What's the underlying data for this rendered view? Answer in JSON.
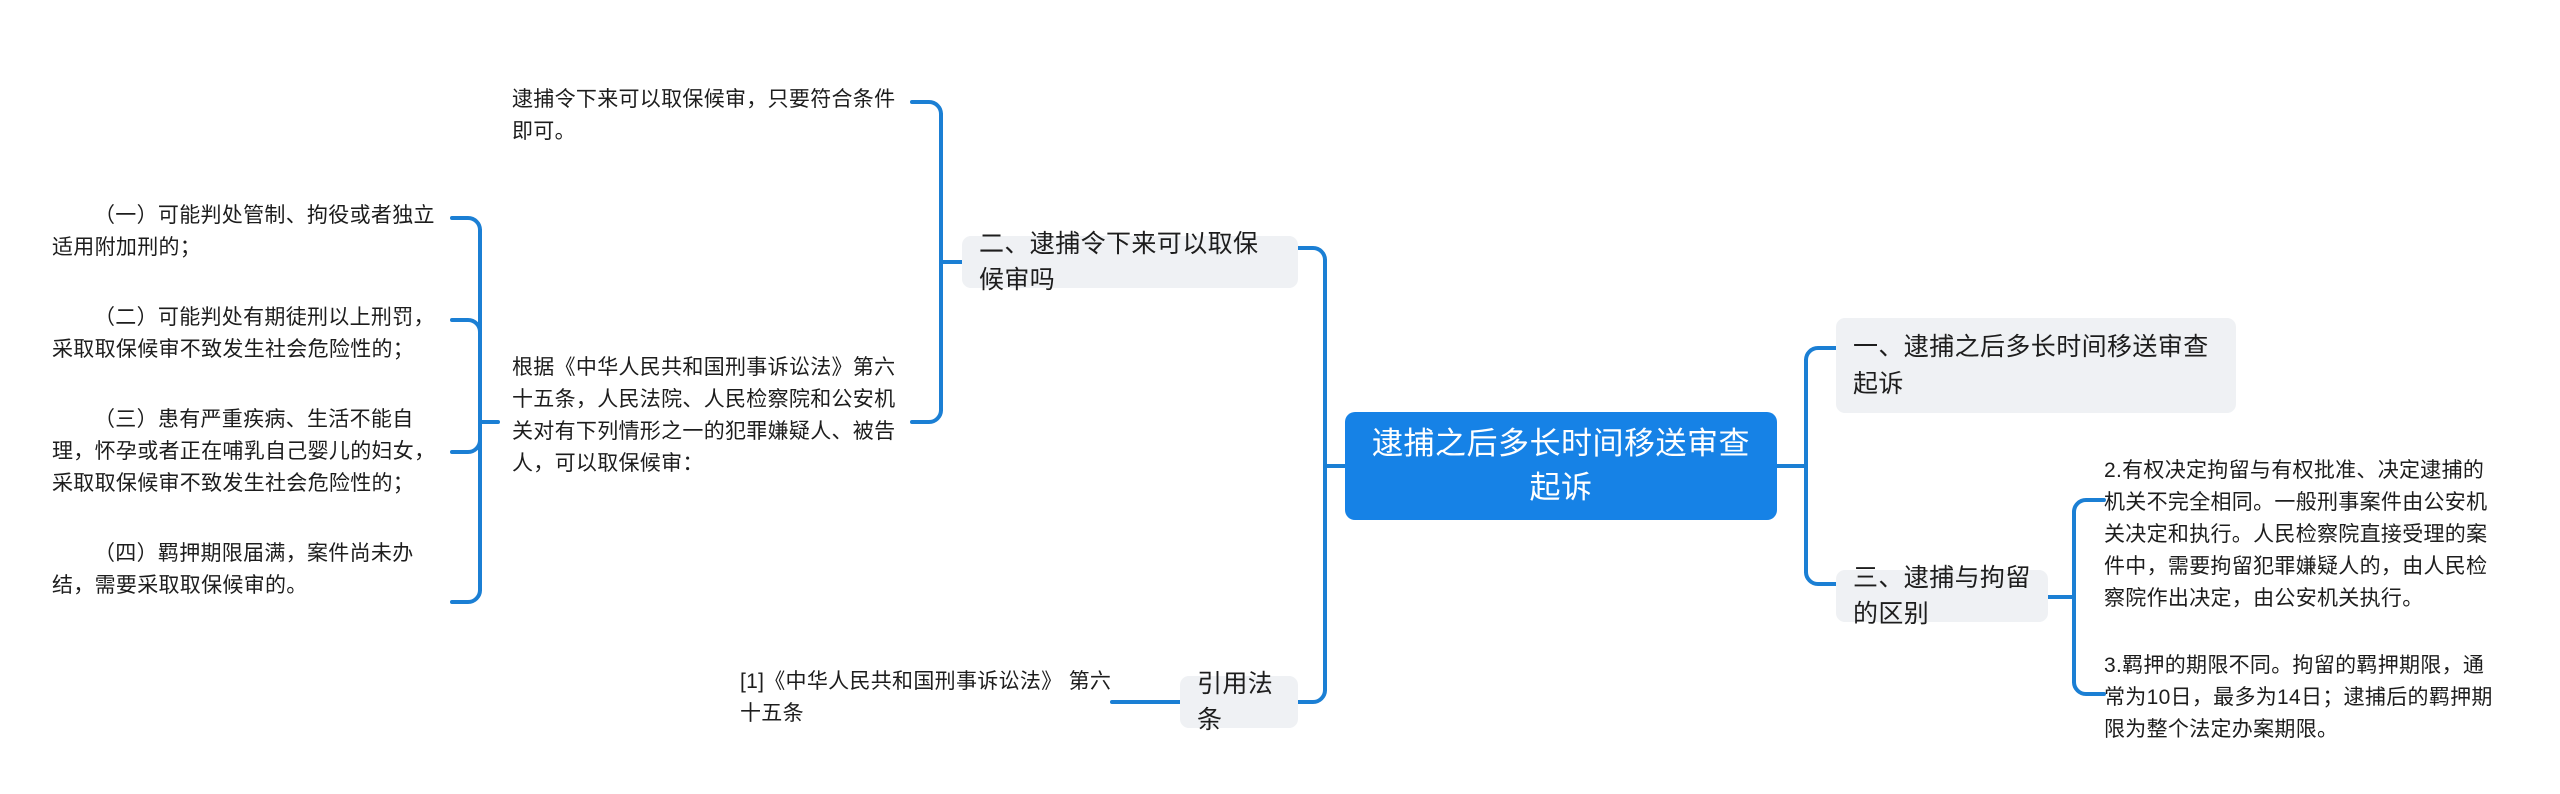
{
  "mindmap": {
    "root": {
      "label": "逮捕之后多长时间移送审查起诉",
      "color": "#1682e6",
      "text_color": "#ffffff"
    },
    "connector_color": "#1b7fd4",
    "chip_color": "#eff1f4",
    "right_branch": [
      {
        "label": "一、逮捕之后多长时间移送审查起诉",
        "children": []
      },
      {
        "label": "三、逮捕与拘留的区别",
        "children": [
          {
            "label": "2.有权决定拘留与有权批准、决定逮捕的机关不完全相同。一般刑事案件由公安机关决定和执行。人民检察院直接受理的案件中，需要拘留犯罪嫌疑人的，由人民检察院作出决定，由公安机关执行。"
          },
          {
            "label": "3.羁押的期限不同。拘留的羁押期限，通常为10日，最多为14日；逮捕后的羁押期限为整个法定办案期限。"
          }
        ]
      }
    ],
    "left_branch": [
      {
        "label": "二、逮捕令下来可以取保候审吗",
        "children": [
          {
            "label": "逮捕令下来可以取保候审，只要符合条件即可。",
            "children": []
          },
          {
            "label": "根据《中华人民共和国刑事诉讼法》第六十五条，人民法院、人民检察院和公安机关对有下列情形之一的犯罪嫌疑人、被告人，可以取保候审：",
            "children": [
              {
                "label": "（一）可能判处管制、拘役或者独立适用附加刑的；"
              },
              {
                "label": "（二）可能判处有期徒刑以上刑罚，采取取保候审不致发生社会危险性的；"
              },
              {
                "label": "（三）患有严重疾病、生活不能自理，怀孕或者正在哺乳自己婴儿的妇女，采取取保候审不致发生社会危险性的；"
              },
              {
                "label": "（四）羁押期限届满，案件尚未办结，需要采取取保候审的。"
              }
            ]
          }
        ]
      },
      {
        "label": "引用法条",
        "children": [
          {
            "label": "[1]《中华人民共和国刑事诉讼法》 第六十五条"
          }
        ]
      }
    ]
  }
}
